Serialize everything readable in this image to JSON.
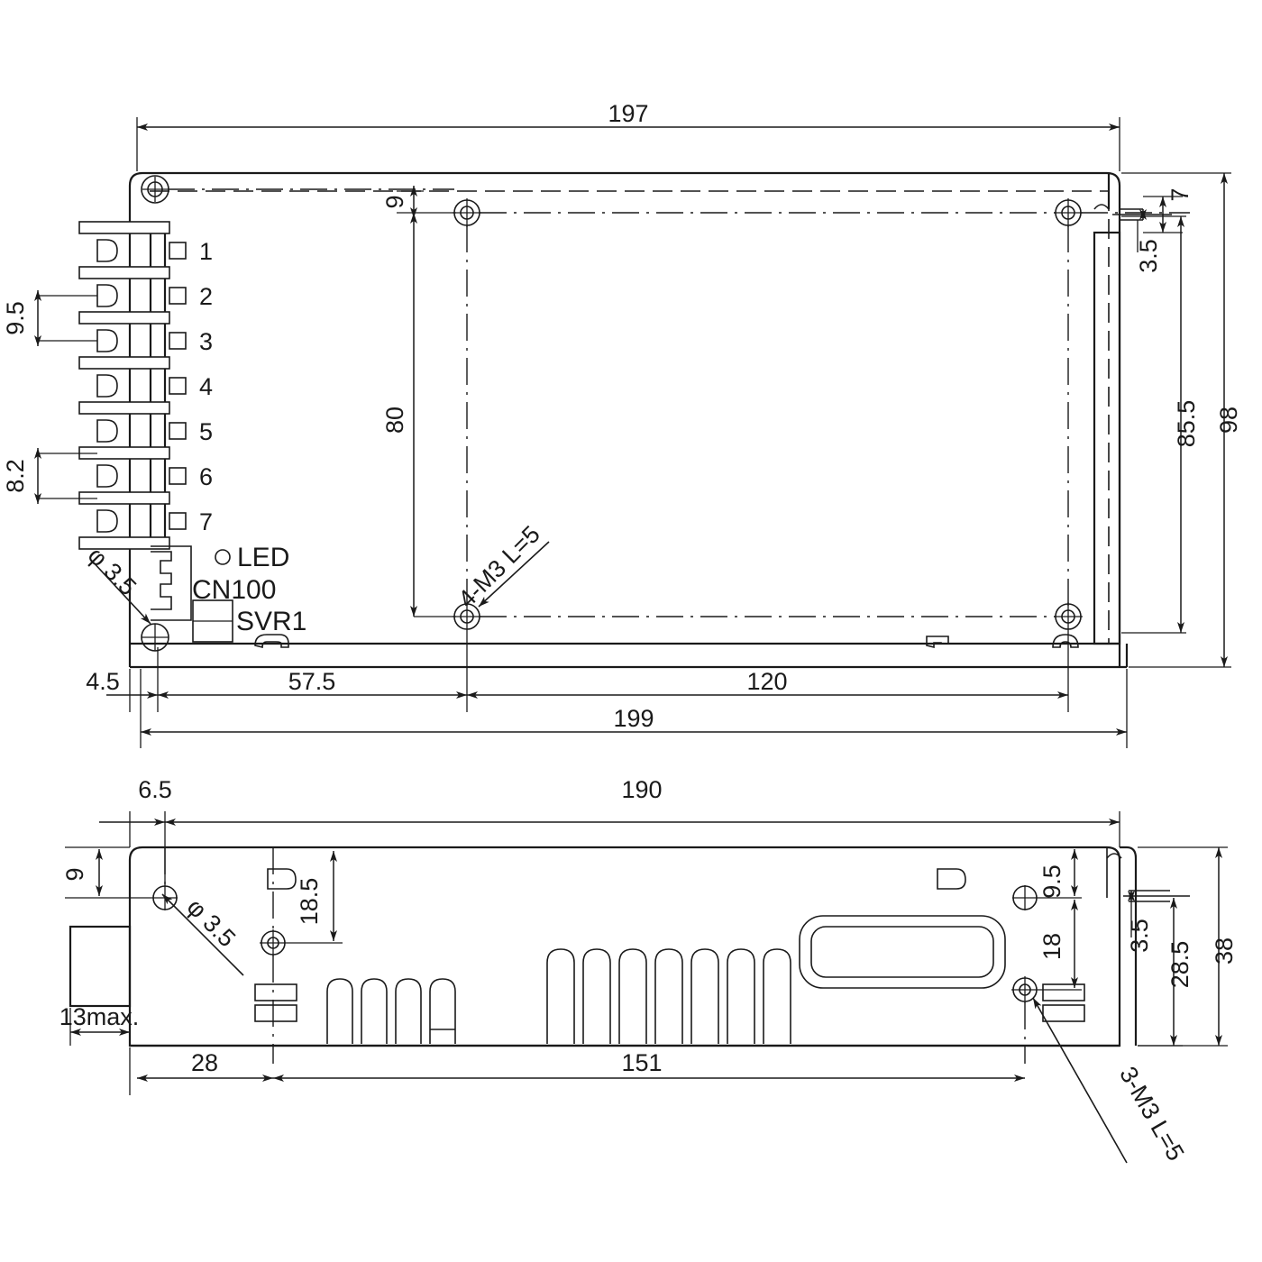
{
  "drawing": {
    "title": "Power supply mechanical dimension drawing",
    "units": "mm",
    "views": [
      {
        "name": "top-view",
        "label": ""
      },
      {
        "name": "side-view",
        "label": ""
      }
    ]
  },
  "top_view": {
    "dimensions": {
      "overall_length_inner": "197",
      "overall_length_outer": "199",
      "overall_height": "98",
      "bracket_height": "85.5",
      "hole_offset_top": "9",
      "hole_pitch_vertical": "80",
      "slot_height": "7",
      "slot_width": "3.5",
      "edge_offset_left": "4.5",
      "hole_x_first": "57.5",
      "hole_pitch_horizontal": "120",
      "terminal_pitch_a": "9.5",
      "terminal_pitch_b": "8.2"
    },
    "callouts": {
      "screw_holes": "4-M3 L=5",
      "corner_hole": "φ 3.5"
    },
    "labels": {
      "led": "LED",
      "connector": "CN100",
      "potentiometer": "SVR1"
    },
    "terminal_pins": [
      "1",
      "2",
      "3",
      "4",
      "5",
      "6",
      "7"
    ]
  },
  "side_view": {
    "dimensions": {
      "overall_length": "190",
      "overall_height": "38",
      "inner_height": "28.5",
      "slot_height": "3.5",
      "hole_offset_left": "6.5",
      "hole_offset_top": "9",
      "hole_offset_top_right": "9.5",
      "hole_depth": "18.5",
      "hole_depth_right": "18",
      "terminal_depth": "13max.",
      "hole_x_first": "28",
      "hole_pitch": "151"
    },
    "callouts": {
      "screw_holes": "3-M3 L=5",
      "corner_hole": "φ 3.5"
    }
  },
  "style": {
    "line_color": "#1a1a1a",
    "background": "#ffffff"
  }
}
